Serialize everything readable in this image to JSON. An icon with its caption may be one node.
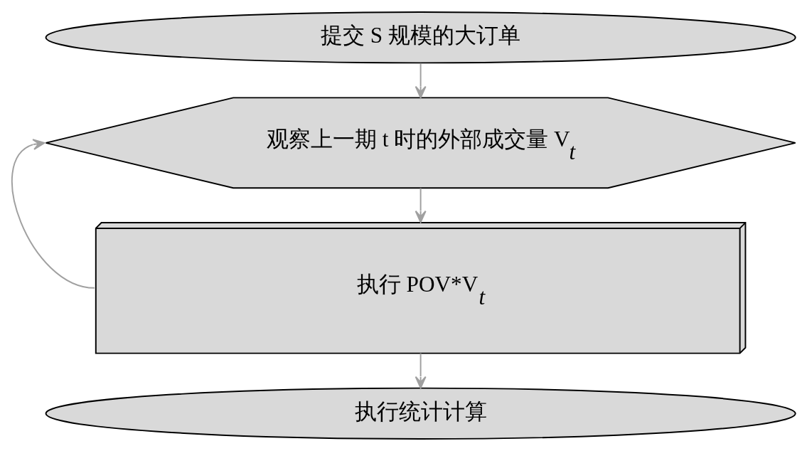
{
  "diagram": {
    "nodes": [
      {
        "text": [
          "提交 S 规模的大订单"
        ]
      },
      {
        "text": [
          "观察上一期 t 时的外部成交量 V$_{t}$"
        ]
      },
      {
        "text": [
          "执行 POV*V$_{t}$"
        ]
      },
      {
        "text": [
          "执行统计计算"
        ]
      }
    ],
    "edges": [
      {
        "from": 0,
        "to": 1,
        "arrow": "to"
      },
      {
        "from": 1,
        "to": 2,
        "arrow": "to"
      },
      {
        "from": 2,
        "to": 3,
        "arrow": "to"
      },
      {
        "from": 2,
        "to": 1,
        "arrow": "to"
      }
    ]
  }
}
